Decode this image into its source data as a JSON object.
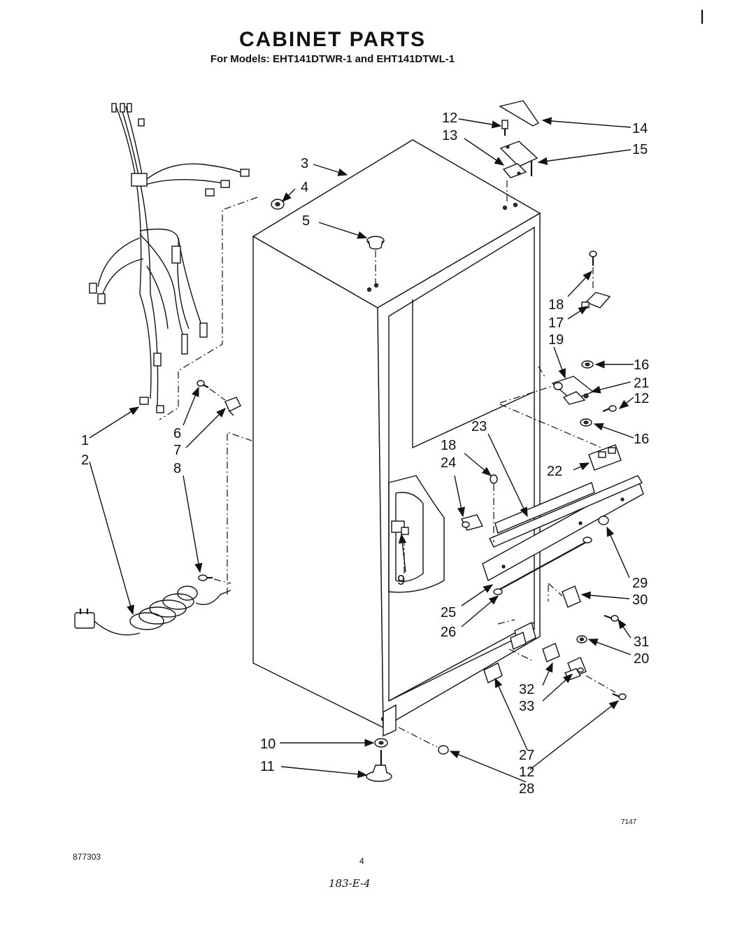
{
  "header": {
    "title": "CABINET PARTS",
    "subtitle": "For Models: EHT141DTWR-1 and EHT141DTWL-1"
  },
  "footer": {
    "doc_number": "877303",
    "page_number": "4",
    "handwritten_note": "183-E-4",
    "drawing_code": "7147"
  },
  "callouts": {
    "c1": "1",
    "c2": "2",
    "c3": "3",
    "c4": "4",
    "c5": "5",
    "c6": "6",
    "c7": "7",
    "c8": "8",
    "c9": "9",
    "c10": "10",
    "c11": "11",
    "c12a": "12",
    "c12b": "12",
    "c12c": "12",
    "c13": "13",
    "c14": "14",
    "c15": "15",
    "c16a": "16",
    "c16b": "16",
    "c17": "17",
    "c18a": "18",
    "c18b": "18",
    "c19": "19",
    "c20": "20",
    "c21": "21",
    "c22": "22",
    "c23": "23",
    "c24": "24",
    "c25": "25",
    "c26": "26",
    "c27": "27",
    "c28": "28",
    "c29": "29",
    "c30": "30",
    "c31": "31",
    "c32": "32",
    "c33": "33"
  }
}
